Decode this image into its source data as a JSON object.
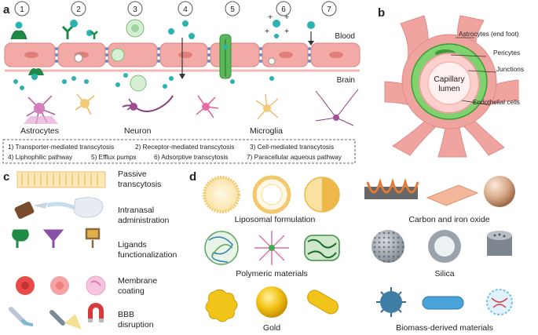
{
  "panels": {
    "a": "a",
    "b": "b",
    "c": "c",
    "d": "d"
  },
  "steps": [
    "1",
    "2",
    "3",
    "4",
    "5",
    "6",
    "7"
  ],
  "panel_a": {
    "blood_label": "Blood",
    "brain_label": "Brain",
    "cell_labels": {
      "astrocytes": "Astrocytes",
      "neuron": "Neuron",
      "microglia": "Microglia"
    },
    "legend": [
      "1) Transporter-mediated transcytosis",
      "2) Receptor-mediated transcytosis",
      "3) Cell-mediated transcytosis",
      "4) Liphophilic pathway",
      "5) Efflux pumps",
      "6) Adsorptive transcytosis",
      "7) Paracellular aqueous pathway"
    ],
    "charges": [
      "+",
      "+",
      "+",
      "+"
    ]
  },
  "panel_b": {
    "lumen": [
      "Capillary",
      "lumen"
    ],
    "labels": {
      "astrocytes": "Astrocytes (end foot)",
      "pericytes": "Pericytes",
      "junctions": "Junctions",
      "endothelial": "Endothelial cells"
    }
  },
  "panel_c": {
    "items": [
      [
        "Passive",
        "transcytosis"
      ],
      [
        "Intranasal",
        "administration"
      ],
      [
        "Ligands",
        "functionalization"
      ],
      [
        "Membrane",
        "coating"
      ],
      [
        "BBB",
        "disruption"
      ]
    ]
  },
  "panel_d": {
    "groups": {
      "liposomal": "Liposomal formulation",
      "carbon": "Carbon and iron oxide",
      "polymeric": "Polymeric materials",
      "silica": "Silica",
      "gold": "Gold",
      "biomass": "Biomass-derived materials"
    }
  },
  "colors": {
    "endothelial": "#f3a9a6",
    "nanoparticle": "#2bb3b3",
    "pericyte": "#6cbf5a",
    "astrocyte_foot": "#f0a4a0",
    "gold": "#f0c419"
  }
}
